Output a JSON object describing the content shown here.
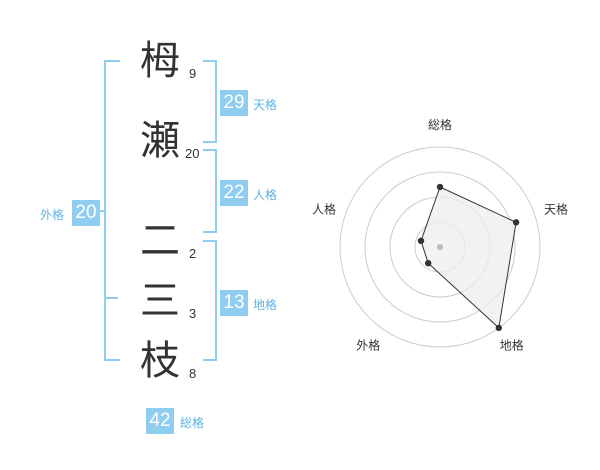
{
  "name": {
    "characters": [
      {
        "char": "栂",
        "strokes": "9"
      },
      {
        "char": "瀬",
        "strokes": "20"
      },
      {
        "char": "二",
        "strokes": "2"
      },
      {
        "char": "三",
        "strokes": "3"
      },
      {
        "char": "枝",
        "strokes": "8"
      }
    ]
  },
  "fortune": {
    "tenkaku": {
      "value": "29",
      "label": "天格"
    },
    "jinkaku": {
      "value": "22",
      "label": "人格"
    },
    "chikaku": {
      "value": "13",
      "label": "地格"
    },
    "gaikaku": {
      "value": "20",
      "label": "外格"
    },
    "soukaku": {
      "value": "42",
      "label": "総格"
    }
  },
  "chart_data": {
    "type": "radar",
    "axes": [
      "総格",
      "天格",
      "地格",
      "外格",
      "人格"
    ],
    "values": [
      3,
      4,
      5,
      1,
      1
    ],
    "rmax": 5,
    "rings": 4,
    "colors": {
      "fill": "#eeeeee",
      "line": "#333333",
      "point": "#333333",
      "grid": "#cccccc",
      "center": "#bbbbbb"
    }
  }
}
